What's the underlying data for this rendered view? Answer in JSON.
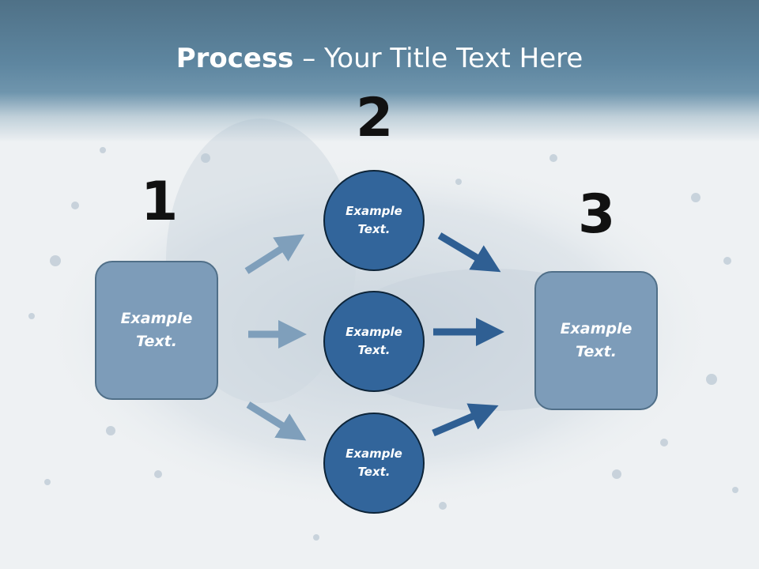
{
  "title": {
    "bold": "Process",
    "rest": " – Your Title Text Here"
  },
  "steps": [
    {
      "number": "1"
    },
    {
      "number": "2"
    },
    {
      "number": "3"
    }
  ],
  "left_box": {
    "label": "Example\nText."
  },
  "right_box": {
    "label": "Example\nText."
  },
  "circles": [
    {
      "label": "Example\nText."
    },
    {
      "label": "Example\nText."
    },
    {
      "label": "Example\nText."
    }
  ],
  "colors": {
    "header": "#5e86a0",
    "box": "#7d9cb9",
    "circle": "#32659b",
    "arrow_light": "#7f9fbb",
    "arrow_dark": "#2f5f93"
  }
}
